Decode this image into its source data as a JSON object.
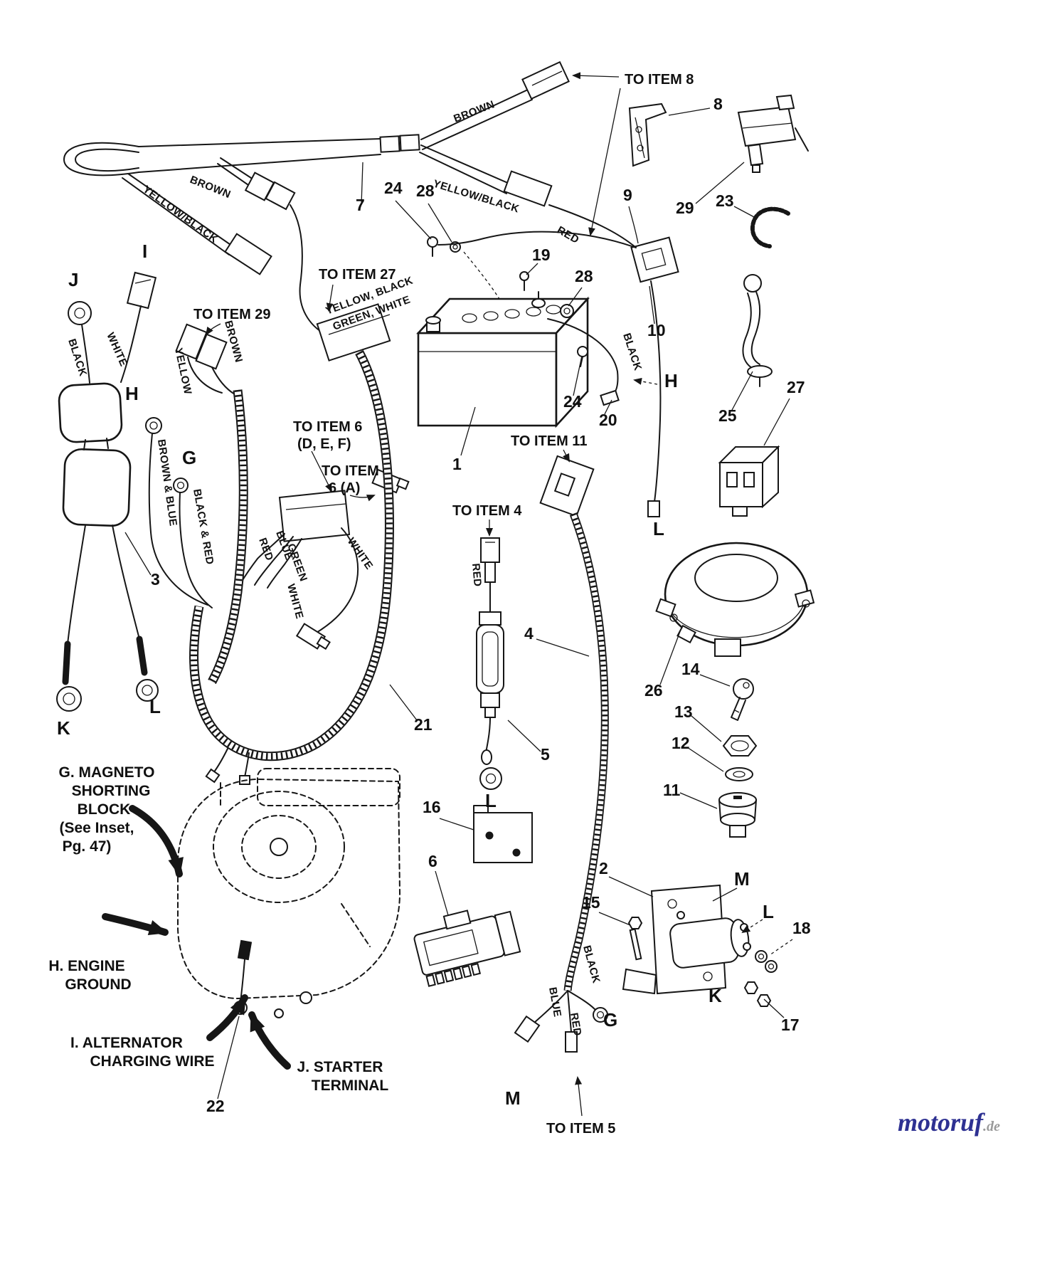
{
  "nums": {
    "n1": "1",
    "n2": "2",
    "n3": "3",
    "n4": "4",
    "n5": "5",
    "n6": "6",
    "n7": "7",
    "n8": "8",
    "n9": "9",
    "n10": "10",
    "n11": "11",
    "n12": "12",
    "n13": "13",
    "n14": "14",
    "n15": "15",
    "n16": "16",
    "n17": "17",
    "n18": "18",
    "n19": "19",
    "n20": "20",
    "n21": "21",
    "n22": "22",
    "n23": "23",
    "n24": "24",
    "n25": "25",
    "n26": "26",
    "n27": "27",
    "n28": "28",
    "n29": "29"
  },
  "letters": {
    "g": "G",
    "h": "H",
    "i": "I",
    "j": "J",
    "k": "K",
    "l": "L",
    "m": "M"
  },
  "refs": {
    "to_item_8": "TO ITEM 8",
    "to_item_27": "TO ITEM 27",
    "to_item_29": "TO ITEM 29",
    "to_item_6_def_1": "TO ITEM 6",
    "to_item_6_def_2": "(D, E, F)",
    "to_item_6_a_1": "TO ITEM",
    "to_item_6_a_2": "6 (A)",
    "to_item_11": "TO ITEM 11",
    "to_item_4": "TO ITEM 4",
    "to_item_5": "TO ITEM 5"
  },
  "wires": {
    "brown": "BROWN",
    "yellow_black": "YELLOW/BLACK",
    "red": "RED",
    "black": "BLACK",
    "white": "WHITE",
    "yellow": "YELLOW",
    "blue": "BLUE",
    "green": "GREEN",
    "brown_blue": "BROWN & BLUE",
    "black_red": "BLACK & RED",
    "ybgw_1": "YELLOW, BLACK",
    "ybgw_2": "GREEN, WHITE"
  },
  "notes": {
    "g1": "G. MAGNETO",
    "g2": "SHORTING",
    "g3": "BLOCK",
    "g4": "(See Inset,",
    "g5": "Pg. 47)",
    "h1": "H. ENGINE",
    "h2": "GROUND",
    "i1": "I. ALTERNATOR",
    "i2": "CHARGING WIRE",
    "j1": "J. STARTER",
    "j2": "TERMINAL"
  },
  "watermark": {
    "brand": "motoruf",
    "tld": ".de"
  }
}
